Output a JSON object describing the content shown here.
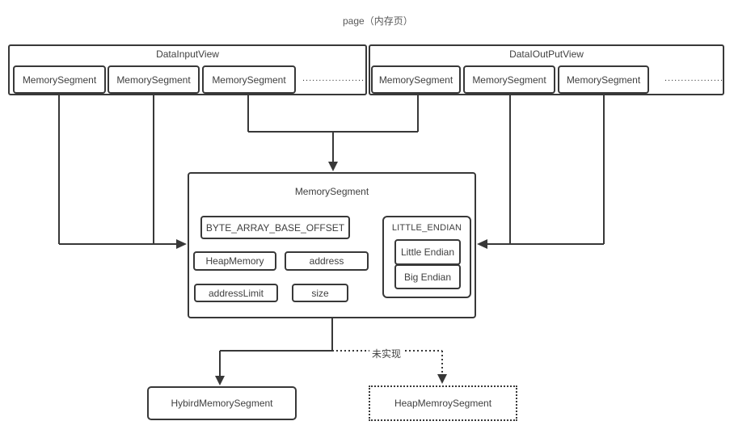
{
  "page_title": "page（内存页）",
  "data_input_view": {
    "label": "DataInputView",
    "segments": [
      "MemorySegment",
      "MemorySegment",
      "MemorySegment"
    ],
    "ellipsis": "........................"
  },
  "data_output_view": {
    "label": "DataIOutPutView",
    "segments": [
      "MemorySegment",
      "MemorySegment",
      "MemorySegment"
    ],
    "ellipsis": "........................"
  },
  "memory_segment": {
    "label": "MemorySegment",
    "byte_array_base_offset": "BYTE_ARRAY_BASE_OFFSET",
    "heap_memory": "HeapMemory",
    "address": "address",
    "address_limit": "addressLimit",
    "size": "size",
    "endian": {
      "label": "LITTLE_ENDIAN",
      "little": "Little Endian",
      "big": "Big Endian"
    }
  },
  "hybrid_memory_segment": {
    "label": "HybirdMemorySegment"
  },
  "heap_memory_segment": {
    "label": "HeapMemroySegment",
    "status": "未实现"
  },
  "colors": {
    "line": "#383838",
    "text": "#404040",
    "muted_text": "#595959",
    "background": "#ffffff"
  }
}
